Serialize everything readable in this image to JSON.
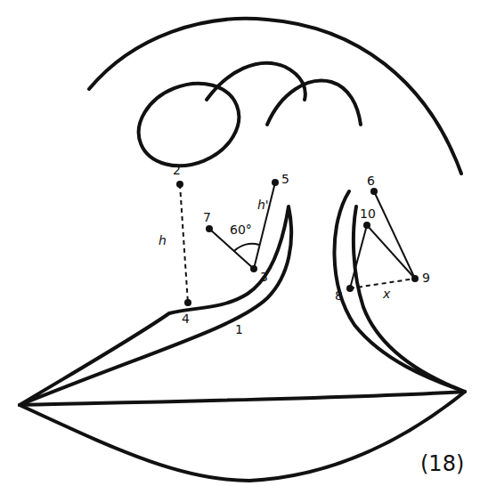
{
  "diagram": {
    "labels": [
      "2",
      "h",
      "7",
      "60°",
      "h'",
      "5",
      "3",
      "1",
      "4",
      "6",
      "10",
      "9",
      "8",
      "x",
      "(18)"
    ]
  }
}
